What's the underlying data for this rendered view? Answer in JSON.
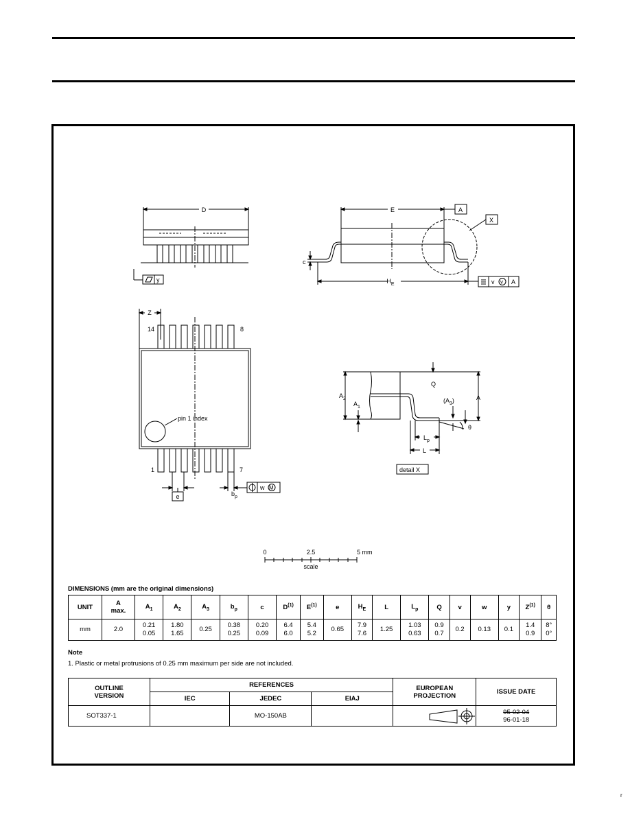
{
  "drawing": {
    "labels": {
      "D": "D",
      "E": "E",
      "A_datum": "A",
      "X": "X",
      "y": "y",
      "c": "c",
      "HE": "H",
      "HE_sub": "E",
      "v": "v",
      "v_circ": "v",
      "A_ref": "A",
      "Z": "Z",
      "pin14": "14",
      "pin8": "8",
      "pin1": "1",
      "pin7": "7",
      "pin1_index": "pin 1 index",
      "e": "e",
      "bp": "b",
      "bp_sub": "p",
      "w": "w",
      "M": "M",
      "Q": "Q",
      "A3": "(A",
      "A3_sub": "3",
      "A3_close": ")",
      "A2": "A",
      "A2_sub": "2",
      "A1": "A",
      "A1_sub": "1",
      "A_dim": "A",
      "theta": "θ",
      "Lp": "L",
      "Lp_sub": "p",
      "L": "L",
      "detailX": "detail X"
    },
    "scale": {
      "t0": "0",
      "t1": "2.5",
      "t2": "5 mm",
      "label": "scale"
    }
  },
  "dimensions": {
    "title": "DIMENSIONS (mm are the original dimensions)",
    "headers": [
      {
        "main": "UNIT",
        "sub": "",
        "sup": ""
      },
      {
        "main": "A",
        "sub": "",
        "sup": "",
        "line2": "max."
      },
      {
        "main": "A",
        "sub": "1",
        "sup": ""
      },
      {
        "main": "A",
        "sub": "2",
        "sup": ""
      },
      {
        "main": "A",
        "sub": "3",
        "sup": ""
      },
      {
        "main": "b",
        "sub": "p",
        "sup": ""
      },
      {
        "main": "c",
        "sub": "",
        "sup": ""
      },
      {
        "main": "D",
        "sub": "",
        "sup": "(1)"
      },
      {
        "main": "E",
        "sub": "",
        "sup": "(1)"
      },
      {
        "main": "e",
        "sub": "",
        "sup": ""
      },
      {
        "main": "H",
        "sub": "E",
        "sup": ""
      },
      {
        "main": "L",
        "sub": "",
        "sup": ""
      },
      {
        "main": "L",
        "sub": "p",
        "sup": ""
      },
      {
        "main": "Q",
        "sub": "",
        "sup": ""
      },
      {
        "main": "v",
        "sub": "",
        "sup": ""
      },
      {
        "main": "w",
        "sub": "",
        "sup": ""
      },
      {
        "main": "y",
        "sub": "",
        "sup": ""
      },
      {
        "main": "Z",
        "sub": "",
        "sup": "(1)"
      },
      {
        "main": "θ",
        "sub": "",
        "sup": ""
      }
    ],
    "row": [
      [
        "mm"
      ],
      [
        "2.0"
      ],
      [
        "0.21",
        "0.05"
      ],
      [
        "1.80",
        "1.65"
      ],
      [
        "0.25"
      ],
      [
        "0.38",
        "0.25"
      ],
      [
        "0.20",
        "0.09"
      ],
      [
        "6.4",
        "6.0"
      ],
      [
        "5.4",
        "5.2"
      ],
      [
        "0.65"
      ],
      [
        "7.9",
        "7.6"
      ],
      [
        "1.25"
      ],
      [
        "1.03",
        "0.63"
      ],
      [
        "0.9",
        "0.7"
      ],
      [
        "0.2"
      ],
      [
        "0.13"
      ],
      [
        "0.1"
      ],
      [
        "1.4",
        "0.9"
      ],
      [
        "8°",
        "0°"
      ]
    ]
  },
  "note": {
    "heading": "Note",
    "line1": "1. Plastic or metal protrusions of 0.25 mm maximum per side are not included."
  },
  "references": {
    "outline_label": "OUTLINE\nVERSION",
    "references_label": "REFERENCES",
    "iec": "IEC",
    "jedec": "JEDEC",
    "eiaj": "EIAJ",
    "european": "EUROPEAN\nPROJECTION",
    "issue_label": "ISSUE DATE",
    "version": "SOT337-1",
    "iec_val": "",
    "jedec_val": "MO-150AB",
    "eiaj_val": "",
    "issue_old": "95-02-04",
    "issue_new": "96-01-18"
  },
  "footer_mark": "r"
}
